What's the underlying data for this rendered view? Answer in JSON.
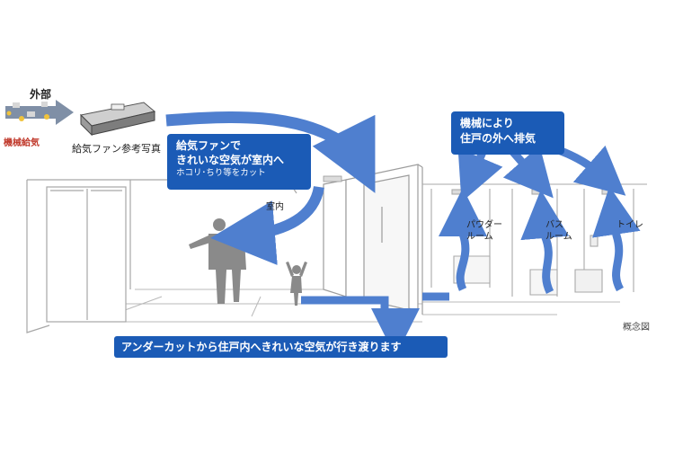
{
  "labels": {
    "outside": "外部",
    "mechanical_intake": "機械給気",
    "fan_photo": "給気ファン参考写真",
    "room": "室内",
    "powder_room": [
      "パウダー",
      "ルーム"
    ],
    "bath_room": [
      "バス",
      "ルーム"
    ],
    "toilet": "トイレ",
    "concept": "概念図"
  },
  "callouts": {
    "intake": {
      "line1": "給気ファンで",
      "line2": "きれいな空気が室内へ",
      "line3": "ホコリ･ちり等をカット"
    },
    "exhaust": {
      "line1": "機械により",
      "line2": "住戸の外へ排気"
    },
    "undercut": "アンダーカットから住戸内へきれいな空気が行き渡ります"
  },
  "colors": {
    "arrow": "#4f7fcf",
    "callout": "#1b5bb6",
    "intake_label": "#c0392b"
  }
}
